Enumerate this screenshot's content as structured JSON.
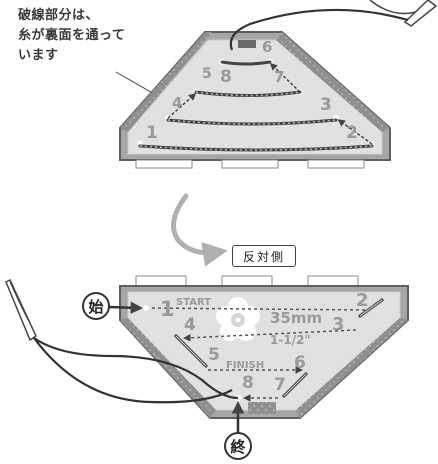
{
  "note_text": "破線部分は、\n糸が裏面を通って\nいます",
  "reverse_side_label": "反対側",
  "top_numbers": [
    "1",
    "2",
    "3",
    "4",
    "5",
    "6",
    "7",
    "8"
  ],
  "bottom_numbers": [
    "1",
    "2",
    "3",
    "4",
    "5",
    "6",
    "7",
    "8"
  ],
  "start_label": "START",
  "finish_label": "FINISH",
  "size_mm": "35mm",
  "size_in": "1-1/2\"",
  "start_marker": "始",
  "end_marker": "終",
  "colors": {
    "card": "#e0e0e0",
    "card_border": "#5f5f5f",
    "accent": "#9a9a9a",
    "thread": "#444444"
  }
}
